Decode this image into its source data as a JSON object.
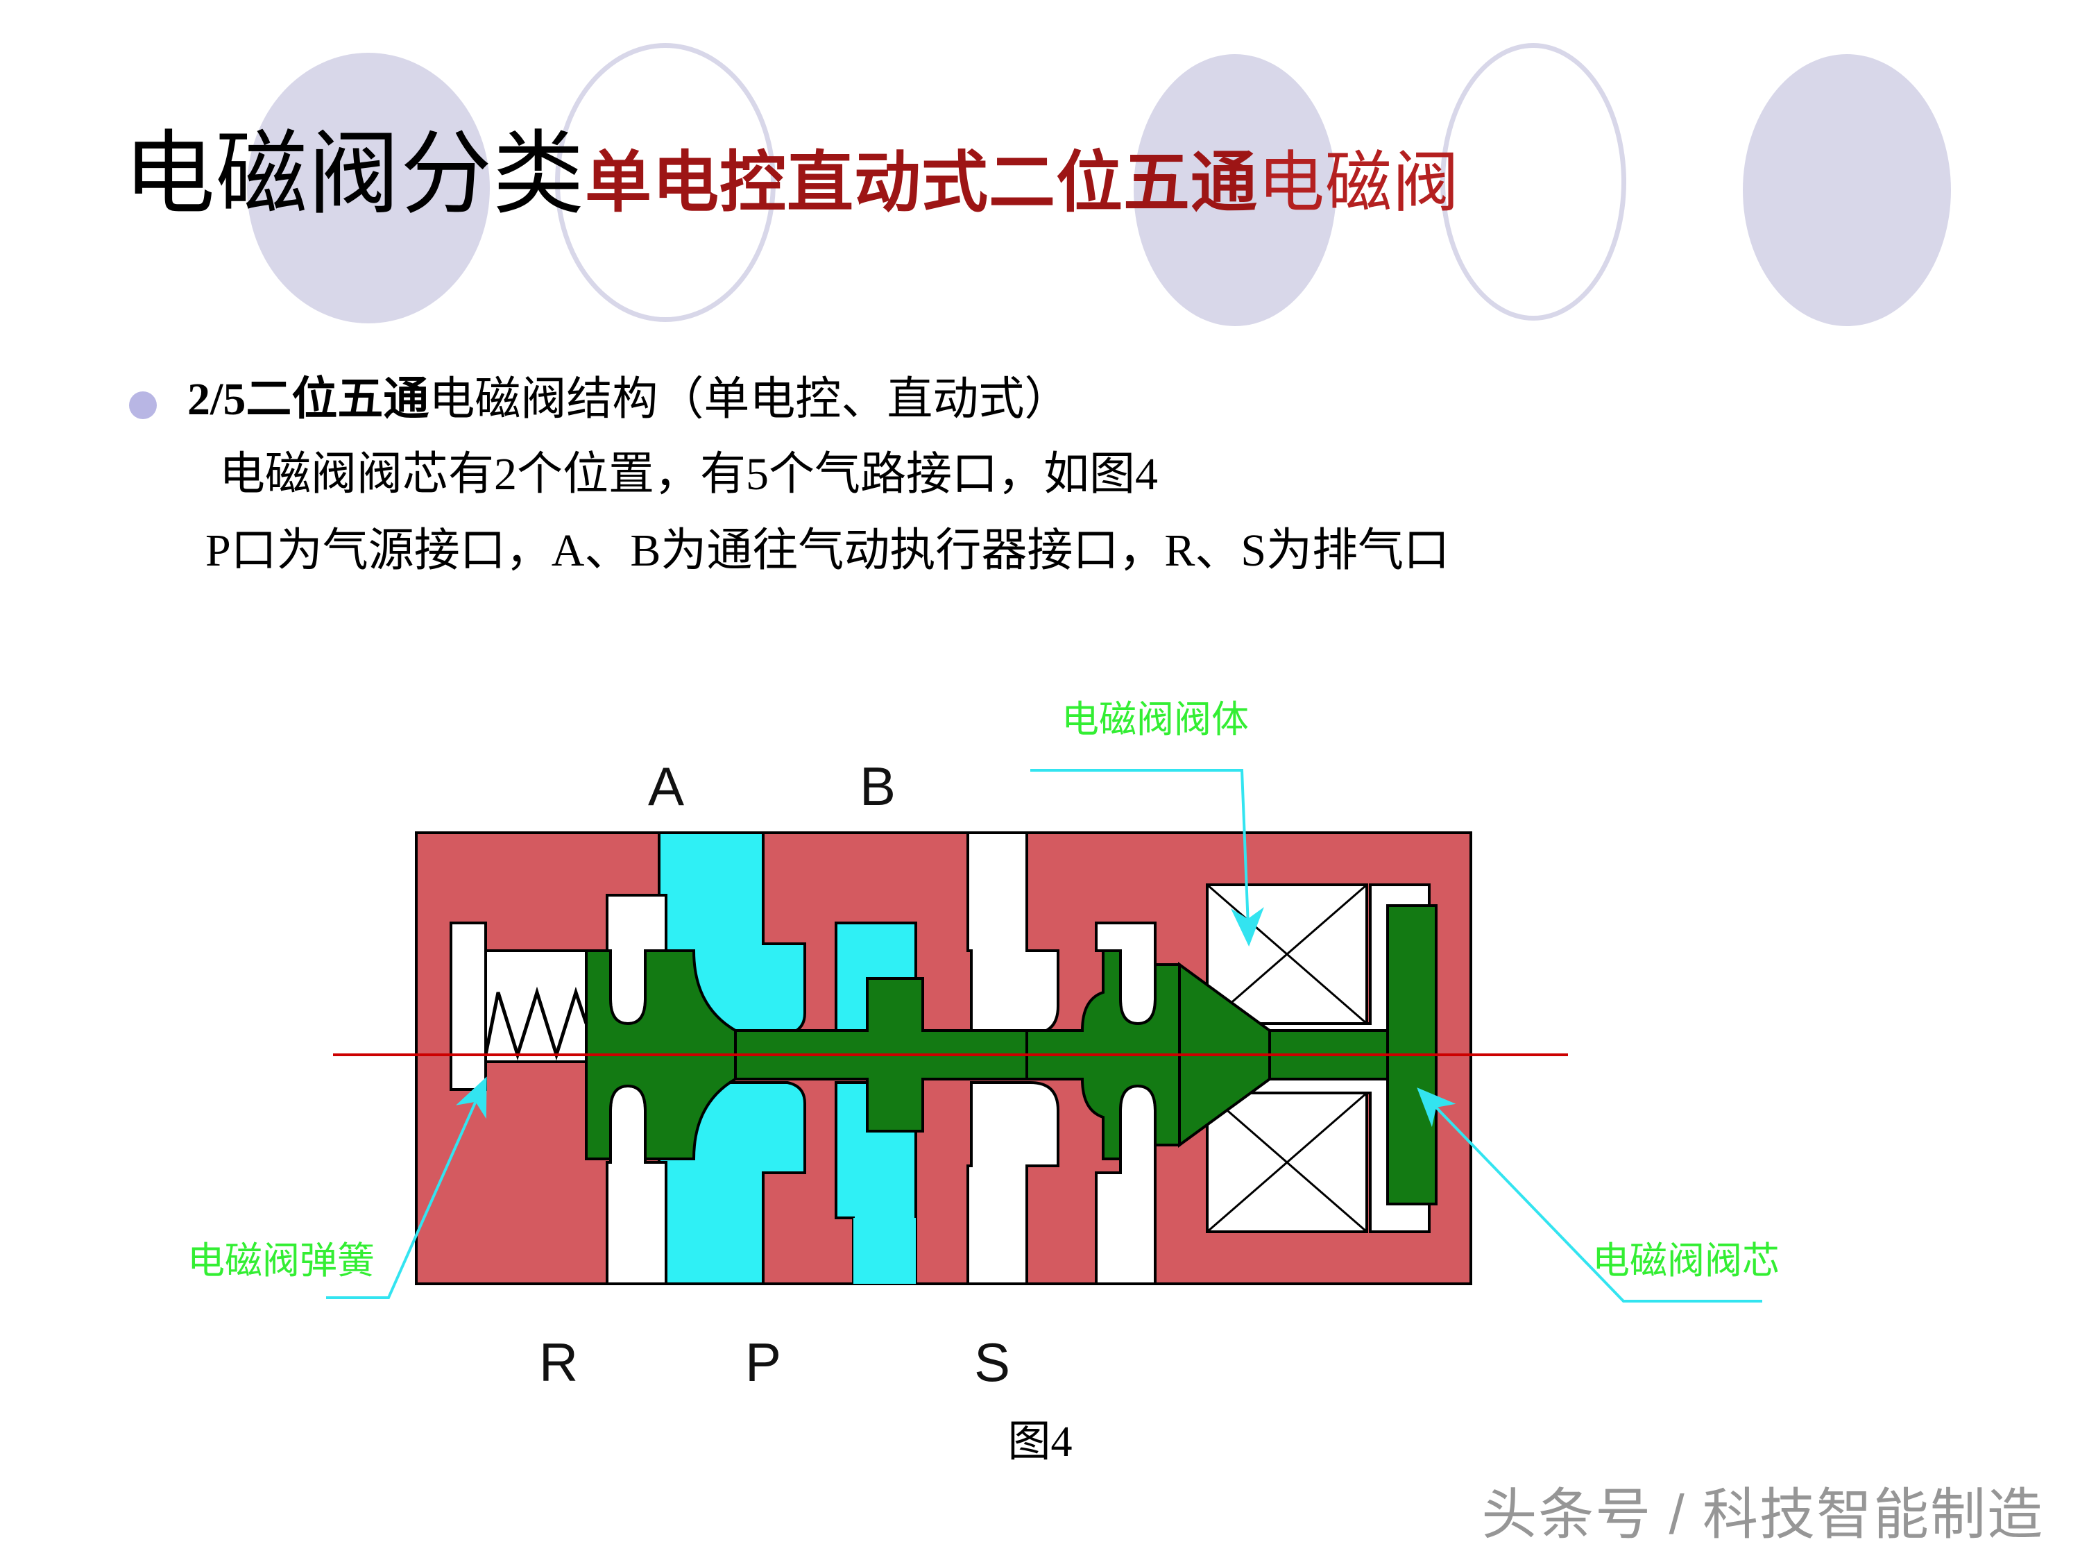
{
  "slide": {
    "title": {
      "black_part": "电磁阀分类",
      "red_part_bold": "单电控直动式二位五通",
      "red_part_light": "电磁阀"
    },
    "bullets": [
      {
        "marker": "dot",
        "strong": "2/5二位五通",
        "rest": "电磁阀结构（单电控、直动式）"
      }
    ],
    "lines": [
      "电磁阀阀芯有2个位置，有5个气路接口，如图4",
      "P口为气源接口，A、B为通往气动执行器接口，R、S为排气口"
    ],
    "figure_caption": "图4",
    "watermark": "头条号 / 科技智能制造"
  },
  "diagram": {
    "port_labels_top": [
      "A",
      "B"
    ],
    "port_labels_bottom": [
      "R",
      "P",
      "S"
    ],
    "callouts": [
      {
        "id": "valve-body",
        "text": "电磁阀阀体"
      },
      {
        "id": "valve-spring",
        "text": "电磁阀弹簧"
      },
      {
        "id": "valve-spool",
        "text": "电磁阀阀芯"
      }
    ],
    "colors": {
      "body_red": "#d45a60",
      "spool_green": "#137a13",
      "air_cyan": "#2ff0f5",
      "callout_green": "#33ee33",
      "leader_cyan": "#33e4f0",
      "centerline_red": "#cc0000",
      "outline_black": "#000000",
      "deco_lavender": "#d8d7e9",
      "bullet_lavender": "#b8b6e4",
      "title_black": "#000000",
      "title_red": "#9d1515",
      "watermark_gray": "#8e8e8e"
    }
  }
}
